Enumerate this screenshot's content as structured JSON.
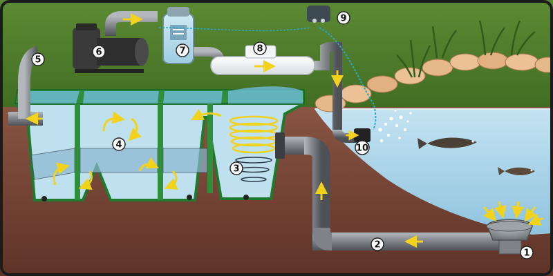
{
  "colors": {
    "grass": "#4f7a2a",
    "soil": "#7b4a3a",
    "water": "#a9d4ea",
    "pipe": "#7f8388",
    "tank": "#2f8f3a",
    "arrow": "#f2d21b",
    "stone": "#e6b98a",
    "frame": "#1b1b1b"
  },
  "callouts": [
    {
      "id": "1",
      "label": "1",
      "component": "bottom-drain"
    },
    {
      "id": "2",
      "label": "2",
      "component": "drain-pipe"
    },
    {
      "id": "3",
      "label": "3",
      "component": "vortex-chamber"
    },
    {
      "id": "4",
      "label": "4",
      "component": "filter-chambers"
    },
    {
      "id": "5",
      "label": "5",
      "component": "outlet-pipe"
    },
    {
      "id": "6",
      "label": "6",
      "component": "pump"
    },
    {
      "id": "7",
      "label": "7",
      "component": "pressure-filter"
    },
    {
      "id": "8",
      "label": "8",
      "component": "uv-clarifier"
    },
    {
      "id": "9",
      "label": "9",
      "component": "air-pump"
    },
    {
      "id": "10",
      "label": "10",
      "component": "return-outlet"
    }
  ]
}
